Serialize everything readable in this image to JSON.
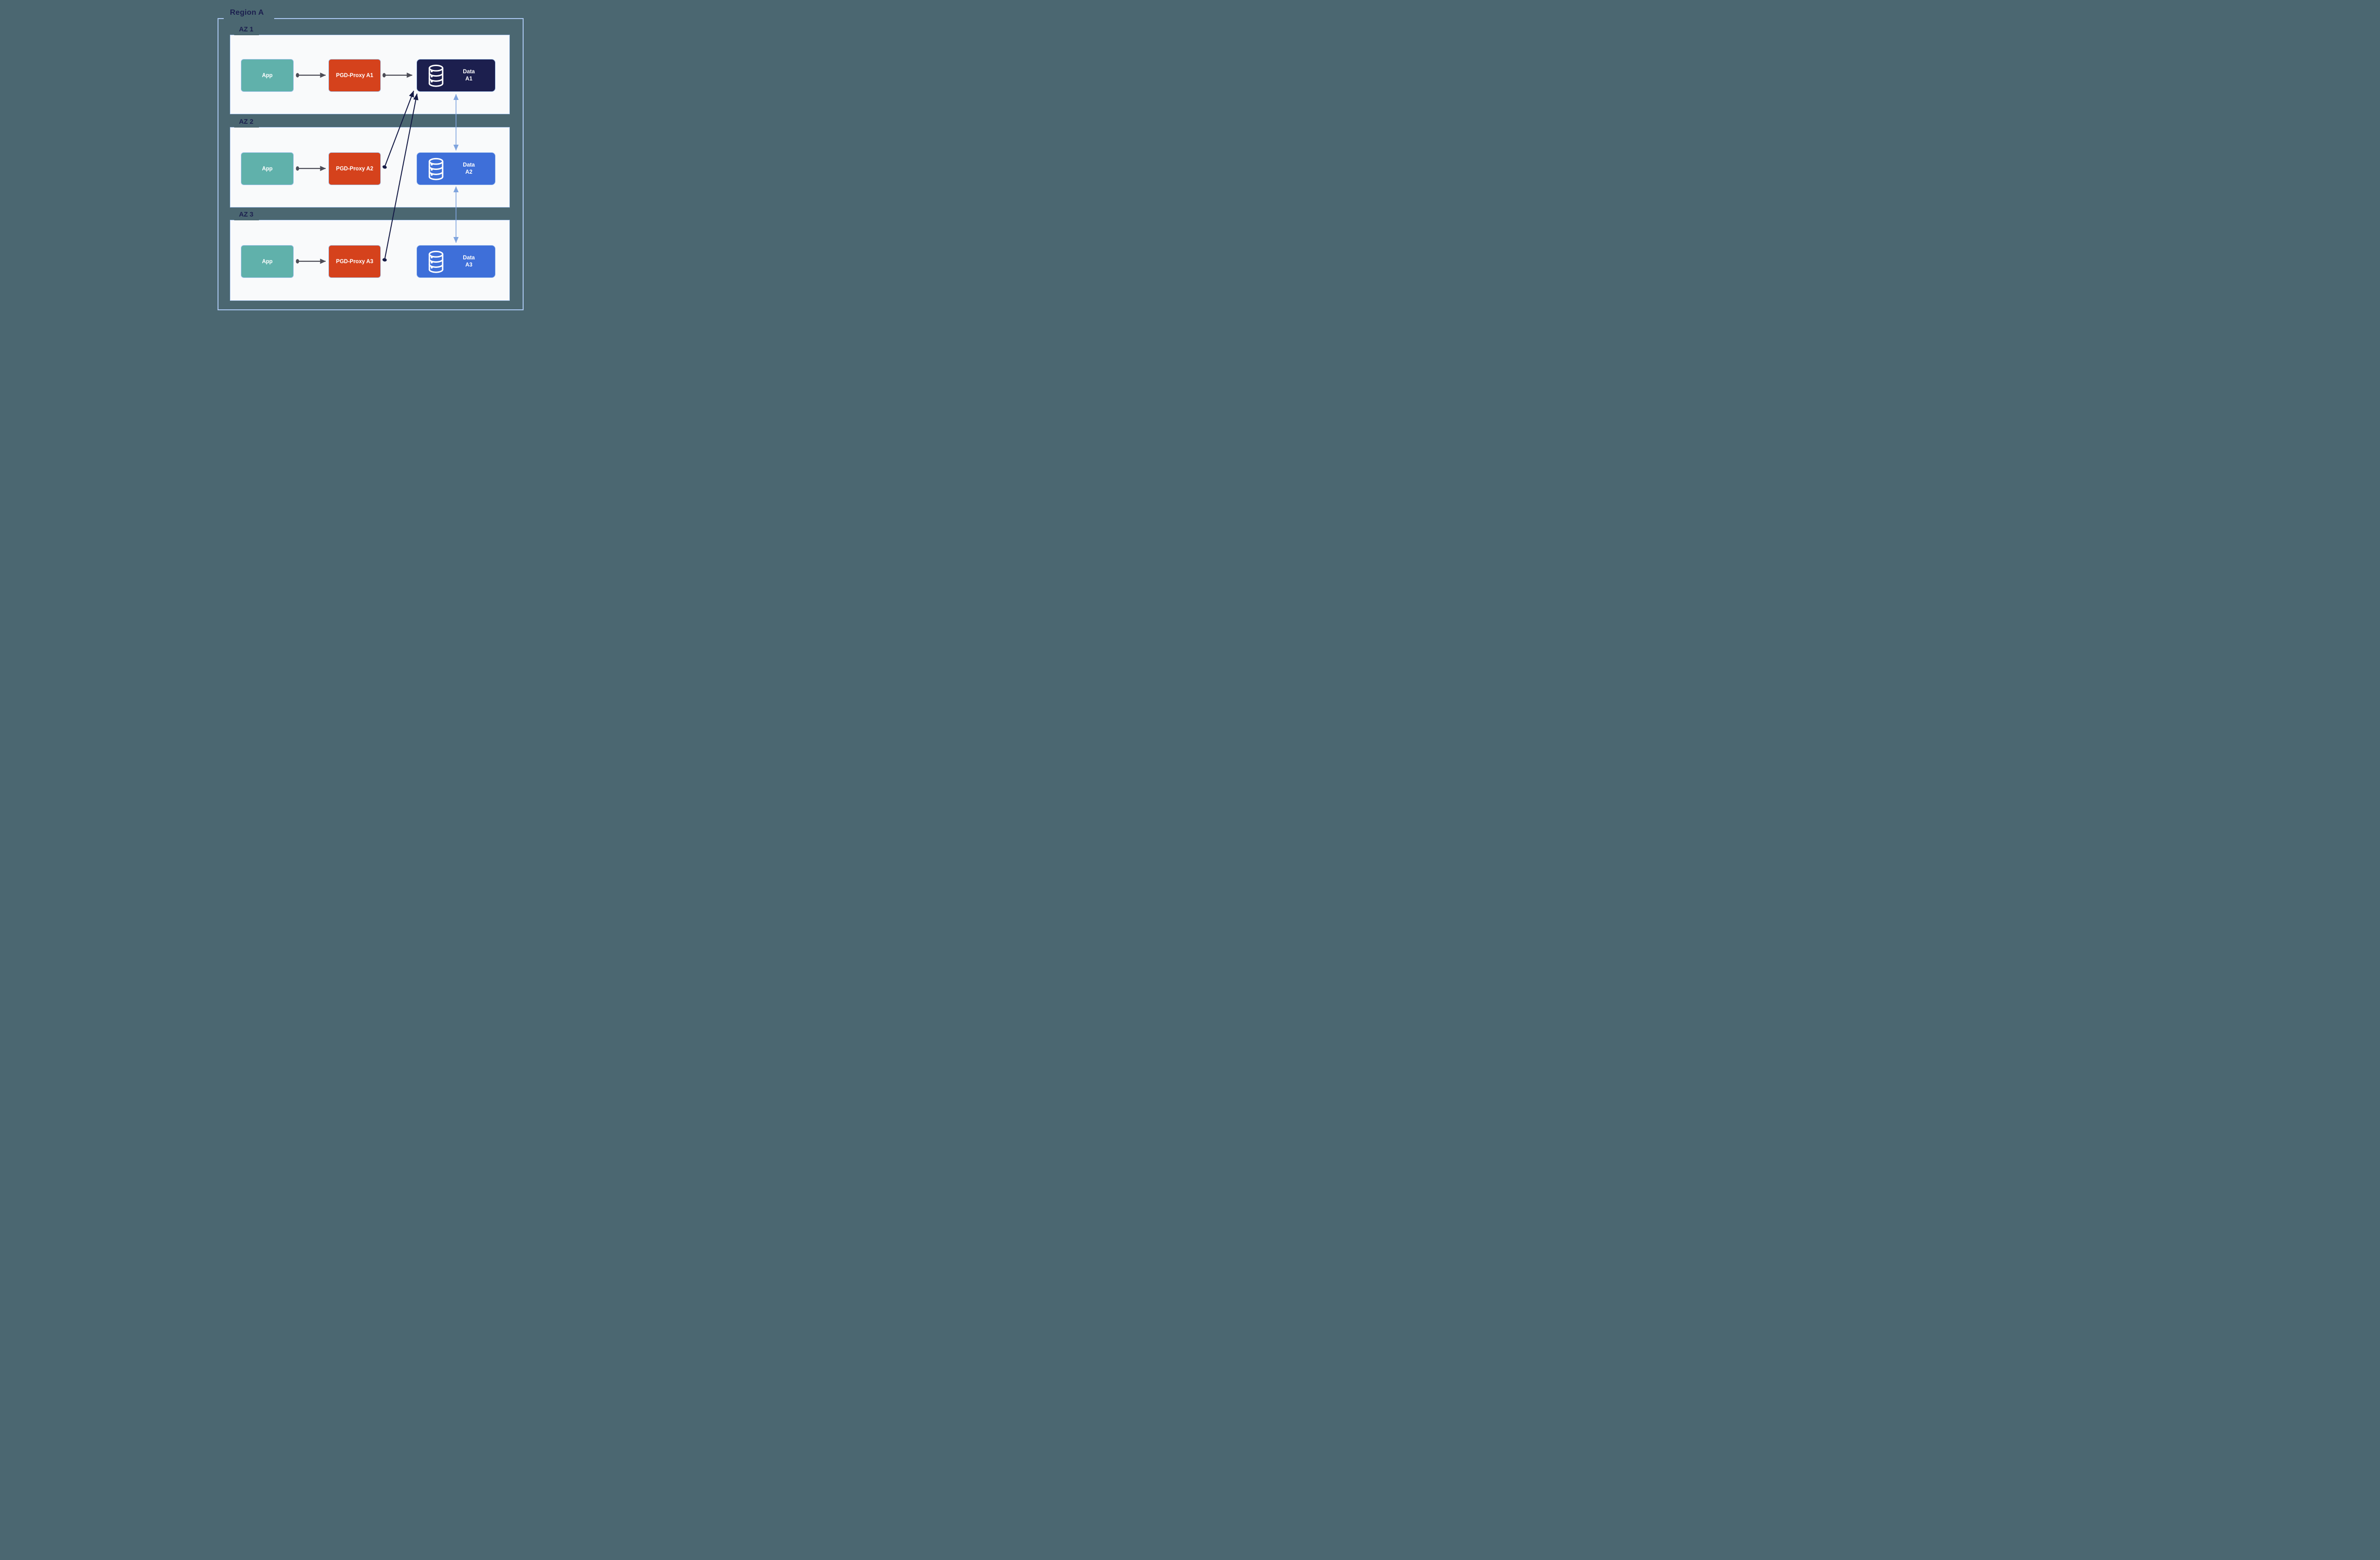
{
  "page": {
    "background_color": "#4b6771",
    "description": "Architecture diagram of one region with three availability zones, each running an App, a PGD-Proxy and a Data node"
  },
  "region": {
    "label": "Region A",
    "azs": [
      {
        "label": "AZ 1",
        "app": {
          "label": "App"
        },
        "proxy": {
          "label": "PGD-Proxy A1"
        },
        "data": {
          "label_line1": "Data",
          "label_line2": "A1",
          "role": "primary"
        }
      },
      {
        "label": "AZ 2",
        "app": {
          "label": "App"
        },
        "proxy": {
          "label": "PGD-Proxy A2"
        },
        "data": {
          "label_line1": "Data",
          "label_line2": "A2",
          "role": "replica"
        }
      },
      {
        "label": "AZ 3",
        "app": {
          "label": "App"
        },
        "proxy": {
          "label": "PGD-Proxy A3"
        },
        "data": {
          "label_line1": "Data",
          "label_line2": "A3",
          "role": "replica"
        }
      }
    ]
  },
  "icons": {
    "data_node": "database-icon"
  },
  "colors": {
    "background": "#4b6771",
    "az_fill": "#f9fafb",
    "container_border": "#a9c6ef",
    "label_text": "#1b1f4e",
    "app_fill": "#60b1ab",
    "proxy_fill": "#d5421c",
    "data_primary_fill": "#1c1f4e",
    "data_replica_fill": "#3e6fd9",
    "node_text": "#ffffff",
    "app_proxy_arrow": "#4d4d57",
    "proxy_to_primary_arrow": "#141a45",
    "replication_arrow": "#7fa4de"
  }
}
